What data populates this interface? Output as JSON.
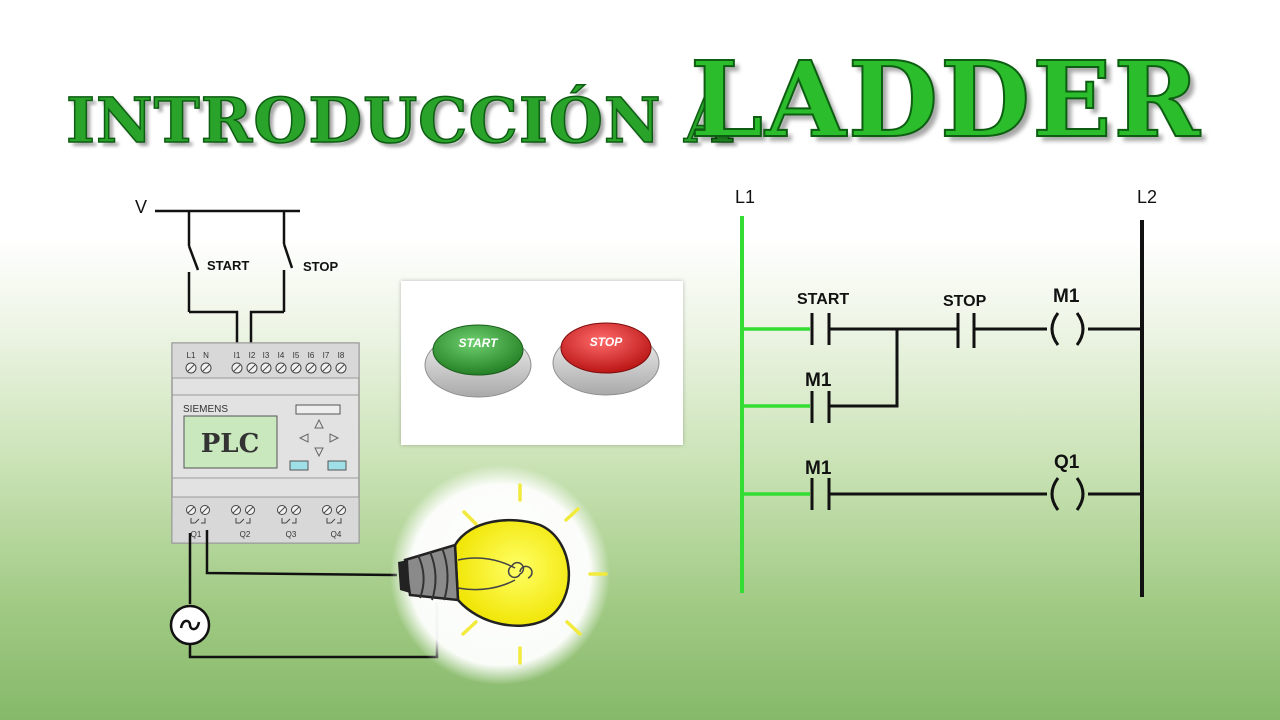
{
  "title": {
    "part1": "INTRODUCCIÓN A",
    "part2": "LADDER"
  },
  "wiring": {
    "supply_label": "V",
    "start_label": "START",
    "stop_label": "STOP",
    "plc": {
      "brand": "SIEMENS",
      "screen_text": "PLC",
      "input_terminals": [
        "L1",
        "N",
        "I1",
        "I2",
        "I3",
        "I4",
        "I5",
        "I6",
        "I7",
        "I8"
      ],
      "output_terminals": [
        "Q1",
        "Q2",
        "Q3",
        "Q4"
      ]
    },
    "source_symbol": "~"
  },
  "buttons_photo": {
    "start": "START",
    "stop": "STOP"
  },
  "ladder": {
    "left_rail": "L1",
    "right_rail": "L2",
    "rung1": {
      "contact1": "START",
      "contact2": "STOP",
      "coil": "M1",
      "branch_contact": "M1"
    },
    "rung2": {
      "contact": "M1",
      "coil": "Q1"
    }
  },
  "colors": {
    "title_green": "#2bbd2b",
    "title_outline": "#0d5e12",
    "rail_green": "#33dd33",
    "start_green": "#3c9a3c",
    "stop_red": "#d62626",
    "bulb_yellow": "#f6f000"
  }
}
